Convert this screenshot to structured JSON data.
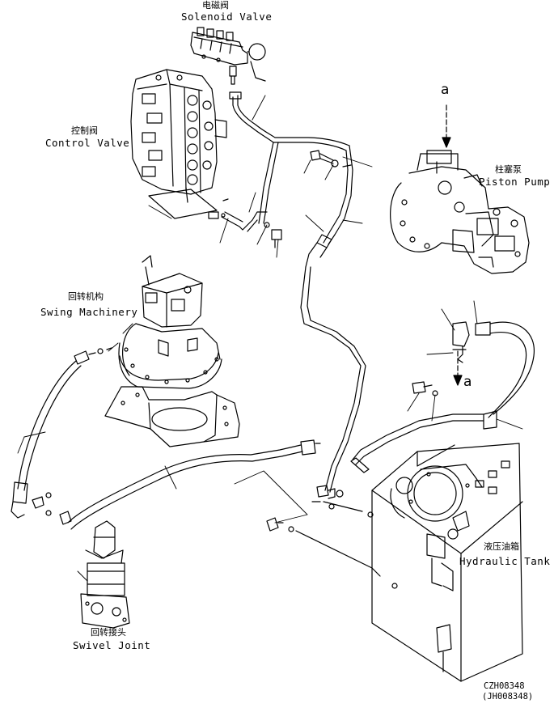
{
  "labels": {
    "solenoid_cn": "电磁阀",
    "solenoid_en": "Solenoid Valve",
    "control_cn": "控制阀",
    "control_en": "Control Valve",
    "piston_cn": "柱塞泵",
    "piston_en": "Piston Pump",
    "swing_cn": "回转机构",
    "swing_en": "Swing Machinery",
    "swivel_cn": "回转接头",
    "swivel_en": "Swivel Joint",
    "tank_cn": "液压油箱",
    "tank_en": "Hydraulic Tank",
    "view_a_top": "a",
    "view_a_bottom": "a"
  },
  "refs": {
    "code1": "CZH08348",
    "code2": "(JH008348)"
  },
  "colors": {
    "line": "#000000",
    "background": "#ffffff"
  }
}
